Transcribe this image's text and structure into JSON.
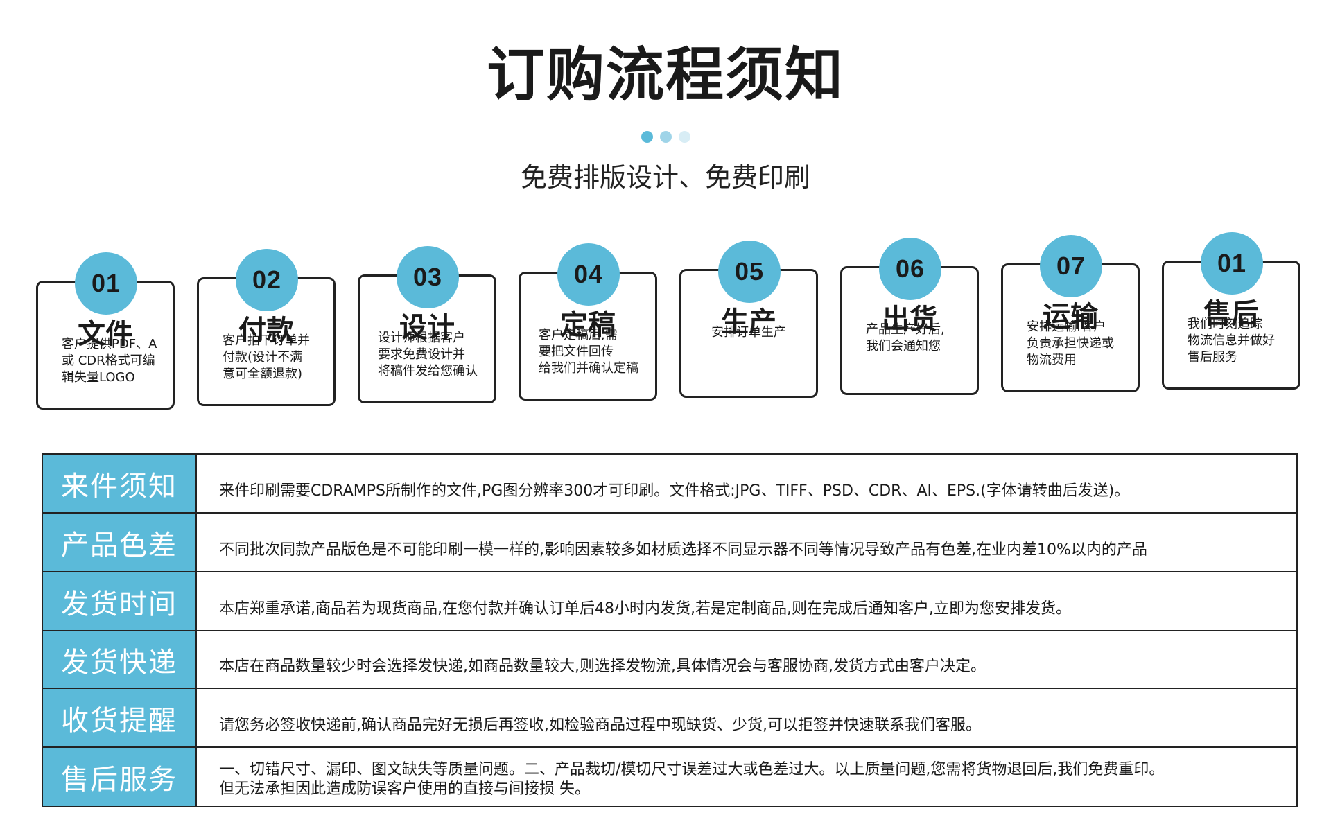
{
  "header": {
    "title": "订购流程须知",
    "subtitle": "免费排版设计、免费印刷",
    "dot_colors": [
      "#5bbad9",
      "#9fd4e8",
      "#d8edf5"
    ]
  },
  "steps": [
    {
      "num": "01",
      "name": "文件",
      "desc": "客户提供PDF、A\n或 CDR格式可编\n辑失量LOGO"
    },
    {
      "num": "02",
      "name": "付款",
      "desc": "客户拍下订单并\n付款(设计不满\n意可全额退款)"
    },
    {
      "num": "03",
      "name": "设计",
      "desc": "设计师根据客户\n要求免费设计并\n将稿件发给您确认"
    },
    {
      "num": "04",
      "name": "定稿",
      "desc": "客户定稿后,需\n要把文件回传\n给我们并确认定稿"
    },
    {
      "num": "05",
      "name": "生产",
      "desc": "安排订单生产"
    },
    {
      "num": "06",
      "name": "出货",
      "desc": "产品生产好后,\n我们会通知您"
    },
    {
      "num": "07",
      "name": "运输",
      "desc": "安排运输:客户\n负责承担快递或\n物流费用"
    },
    {
      "num": "01",
      "name": "售后",
      "desc": "我们时刻追踪\n物流信息并做好\n售后服务"
    }
  ],
  "notices": [
    {
      "label": "来件须知",
      "text": "来件印刷需要CDRAMPS所制作的文件,PG图分辨率300才可印刷。文件格式:JPG、TIFF、PSD、CDR、AI、EPS.(字体请转曲后发送)。"
    },
    {
      "label": "产品色差",
      "text": "不同批次同款产品版色是不可能印刷一模一样的,影响因素较多如材质选择不同显示器不同等情况导致产品有色差,在业内差10%以内的产品"
    },
    {
      "label": "发货时间",
      "text": "本店郑重承诺,商品若为现货商品,在您付款并确认订单后48小时内发货,若是定制商品,则在完成后通知客户,立即为您安排发货。"
    },
    {
      "label": "发货快递",
      "text": "本店在商品数量较少时会选择发快递,如商品数量较大,则选择发物流,具体情况会与客服协商,发货方式由客户决定。"
    },
    {
      "label": "收货提醒",
      "text": "请您务必签收快递前,确认商品完好无损后再签收,如检验商品过程中现缺货、少货,可以拒签并快速联系我们客服。"
    },
    {
      "label": "售后服务",
      "text": "一、切错尺寸、漏印、图文缺失等质量问题。二、产品裁切/模切尺寸误差过大或色差过大。以上质量问题,您需将货物退回后,我们免费重印。\n但无法承担因此造成防误客户使用的直接与间接损 失。"
    }
  ],
  "colors": {
    "accent": "#5bbad9",
    "border": "#222222",
    "text": "#1a1a1a"
  }
}
